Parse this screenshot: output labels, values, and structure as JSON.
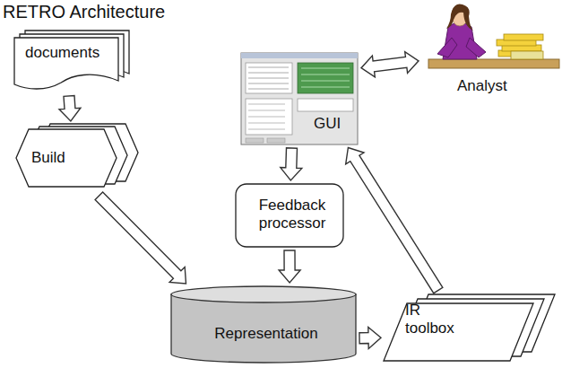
{
  "diagram": {
    "title": "RETRO Architecture",
    "nodes": [
      {
        "text": [
          "documents"
        ]
      },
      {
        "text": [
          "GUI"
        ]
      },
      {
        "text": [
          "Analyst"
        ]
      },
      {
        "text": [
          "Build"
        ]
      },
      {
        "text": [
          "Feedback processor"
        ]
      },
      {
        "text": [
          "Representation"
        ]
      },
      {
        "text": [
          "IR toolbox"
        ]
      }
    ],
    "edges": [
      {
        "from": 0,
        "to": 3,
        "arrow": "to"
      },
      {
        "from": 3,
        "to": 5,
        "arrow": "to"
      },
      {
        "from": 1,
        "to": 4,
        "arrow": "to"
      },
      {
        "from": 4,
        "to": 5,
        "arrow": "to"
      },
      {
        "from": 5,
        "to": 6,
        "arrow": "to"
      },
      {
        "from": 6,
        "to": 1,
        "arrow": "to"
      },
      {
        "from": 1,
        "to": 2,
        "arrow": "both"
      }
    ]
  }
}
